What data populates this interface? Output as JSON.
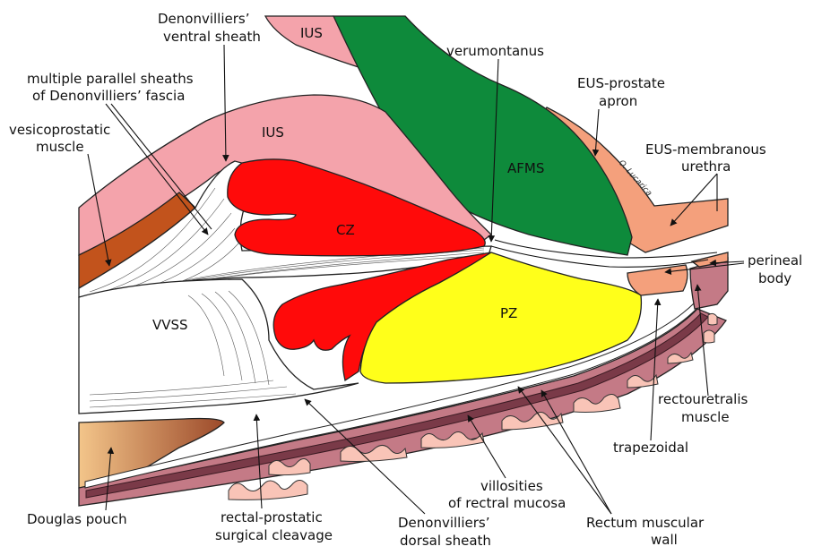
{
  "colors": {
    "ius": "#f4a3ab",
    "afms": "#0e8a3b",
    "cz": "#ff0a0a",
    "pz": "#ffff1a",
    "eus": "#f4a07c",
    "vesicoprostatic": "#c2531c",
    "rectum_wall": "#c47a86",
    "rectum_dark": "#7a3a48",
    "villi": "#f9c4b7",
    "douglas_light": "#f3c58a",
    "douglas_dark": "#9c4a2a"
  },
  "regions": {
    "ius_top": "IUS",
    "ius_mid": "IUS",
    "afms": "AFMS",
    "cz": "CZ",
    "pz": "PZ",
    "vvss": "VVSS"
  },
  "labels": {
    "denon_ventral": [
      "Denonvilliers’",
      "ventral sheath"
    ],
    "multiple_sheaths": [
      "multiple parallel sheaths",
      "of Denonvilliers’ fascia"
    ],
    "vesicoprostatic": [
      "vesicoprostatic",
      "muscle"
    ],
    "verumontanus": [
      "verumontanus"
    ],
    "eus_apron": [
      "EUS-prostate",
      "apron"
    ],
    "eus_membranous": [
      "EUS-membranous",
      "urethra"
    ],
    "perineal_body": [
      "perineal",
      "body"
    ],
    "rectouretralis": [
      "rectouretralis",
      "muscle"
    ],
    "trapezoidal": [
      "trapezoidal"
    ],
    "villosities": [
      "villosities",
      "of rectral mucosa"
    ],
    "rectum_wall": [
      "Rectum muscular",
      "wall"
    ],
    "denon_dorsal": [
      "Denonvilliers’",
      "dorsal sheath"
    ],
    "cleavage": [
      "rectal-prostatic",
      "surgical cleavage"
    ],
    "douglas": [
      "Douglas pouch"
    ]
  },
  "signature": "O. Lucarica"
}
